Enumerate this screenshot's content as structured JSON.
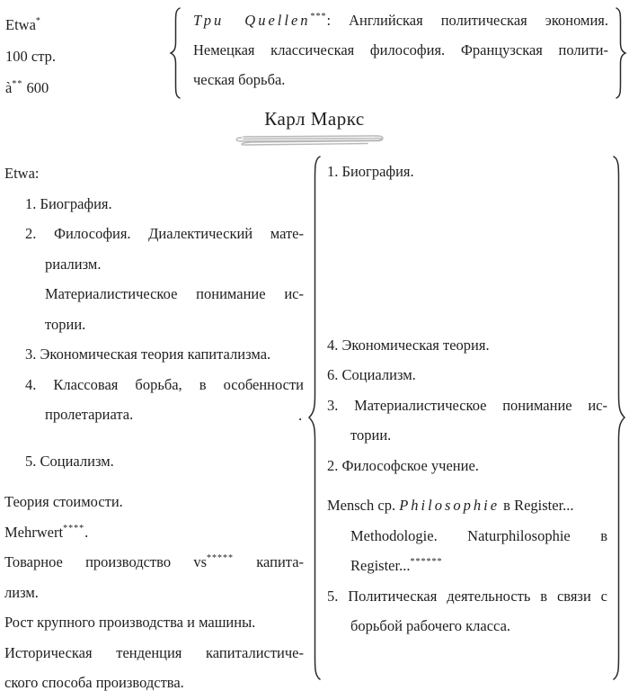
{
  "colors": {
    "text": "#1f1f1f",
    "background": "#ffffff",
    "flourish_gray": "#b8b8b8"
  },
  "title": "Карл Маркс",
  "header_left": {
    "line1_pre": "Etwa",
    "line1_sup": "*",
    "line2": "100 стр.",
    "line3_pre": "à",
    "line3_sup": "**",
    "line3_post": " 600"
  },
  "sources_block": {
    "lead_italic": "Три Quellen",
    "lead_sup": "***",
    "line1_rest": ": Английская политическая экономия.",
    "line2": "Немецкая классическая философия. Французская полити-",
    "line3": "ческая борьба."
  },
  "left_column": {
    "heading": "Etwa:",
    "items": [
      {
        "text": "1. Биография."
      },
      {
        "text": "2. Философия. Диалектический мате-"
      },
      {
        "text": "риализм."
      },
      {
        "text": "Материалистическое понимание ис-"
      },
      {
        "text": "тории."
      },
      {
        "text": "3. Экономическая теория капитализма."
      },
      {
        "text": "4. Классовая борьба, в особенности"
      },
      {
        "text": "пролетариата."
      },
      {
        "text": "5. Социализм."
      }
    ],
    "value_theory": {
      "line1": "Теория стоимости.",
      "line2_pre": "Mehrwert",
      "line2_sup": "****",
      "line2_post": ".",
      "line3_pre": "Товарное производство vs",
      "line3_sup": "*****",
      "line3_post": " капита-",
      "line4": "лизм.",
      "line5": "Рост крупного производства и машины.",
      "line6": "Историческая тенденция капиталистиче-",
      "line7": "ского способа производства."
    },
    "stray_mark": "."
  },
  "right_column": {
    "items": [
      {
        "text": "1. Биография."
      },
      {
        "text": "4. Экономическая теория."
      },
      {
        "text": "6. Социализм."
      },
      {
        "text": "3. Материалистическое понимание ис-"
      },
      {
        "text": "тории."
      },
      {
        "text": "2. Философское учение."
      }
    ],
    "mensch_pre": "Mensch ср. ",
    "mensch_italic": "Philosophie",
    "mensch_post": " в Register...",
    "mensch_line2": "Methodologie. Naturphilosophie в",
    "mensch_line3_pre": "Register...",
    "mensch_line3_sup": "******",
    "item5_line1": "5. Политическая деятельность в связи с",
    "item5_line2": "борьбой рабочего класса."
  }
}
